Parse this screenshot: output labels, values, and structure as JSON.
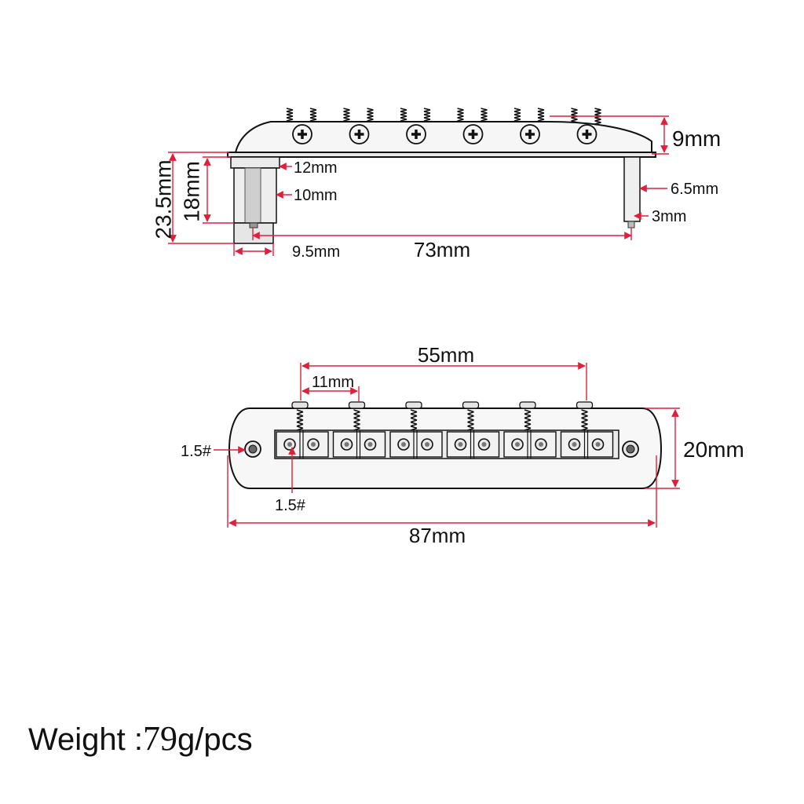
{
  "colors": {
    "dimension_line": "#e0203a",
    "outline": "#111111",
    "metal": "#f4f4f4"
  },
  "side_view": {
    "dims": {
      "height_overall": "23.5mm",
      "height_post": "18mm",
      "post_top_width": "12mm",
      "post_mid_width": "10mm",
      "post_base_width": "9.5mm",
      "post_spacing": "73mm",
      "plate_height": "9mm",
      "right_post_width": "6.5mm",
      "right_post_tip": "3mm"
    }
  },
  "top_view": {
    "dims": {
      "saddle_span": "55mm",
      "saddle_pitch": "11mm",
      "width": "20mm",
      "length": "87mm",
      "screw_left": "1.5#",
      "screw_saddle": "1.5#"
    },
    "saddle_count": 6
  },
  "weight": {
    "label": "Weight :",
    "value": "79",
    "unit": "g/pcs"
  }
}
